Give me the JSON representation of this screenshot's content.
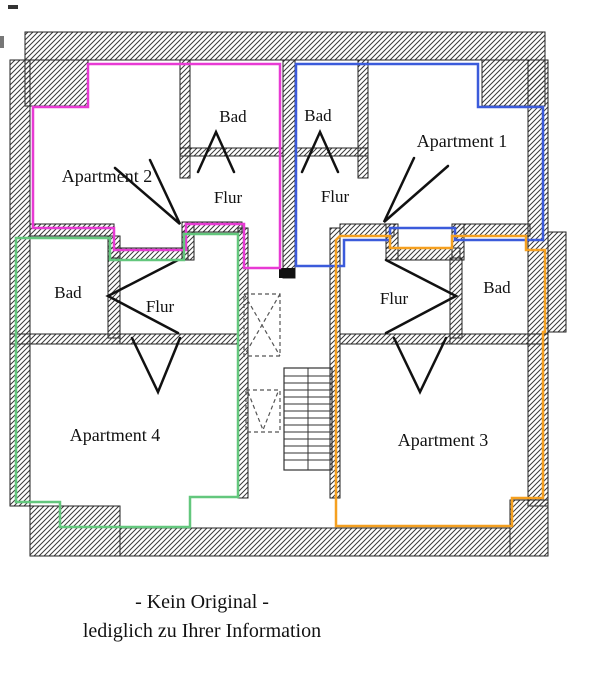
{
  "labels": {
    "apartment1": "Apartment 1",
    "apartment2": "Apartment 2",
    "apartment3": "Apartment 3",
    "apartment4": "Apartment 4",
    "bad_top_left": "Bad",
    "bad_top_right": "Bad",
    "bad_mid_left": "Bad",
    "bad_mid_right": "Bad",
    "flur_top_left": "Flur",
    "flur_top_right": "Flur",
    "flur_mid_left": "Flur",
    "flur_mid_right": "Flur"
  },
  "disclaimer": {
    "line1": "- Kein Original -",
    "line2": "lediglich zu Ihrer Information",
    "color": "#e8000d"
  },
  "colors": {
    "apartment1_outline": "#3b5bdb",
    "apartment2_outline": "#e83ad4",
    "apartment3_outline": "#f5a020",
    "apartment4_outline": "#63c77d",
    "wall_hatch": "#3a3a3a"
  }
}
